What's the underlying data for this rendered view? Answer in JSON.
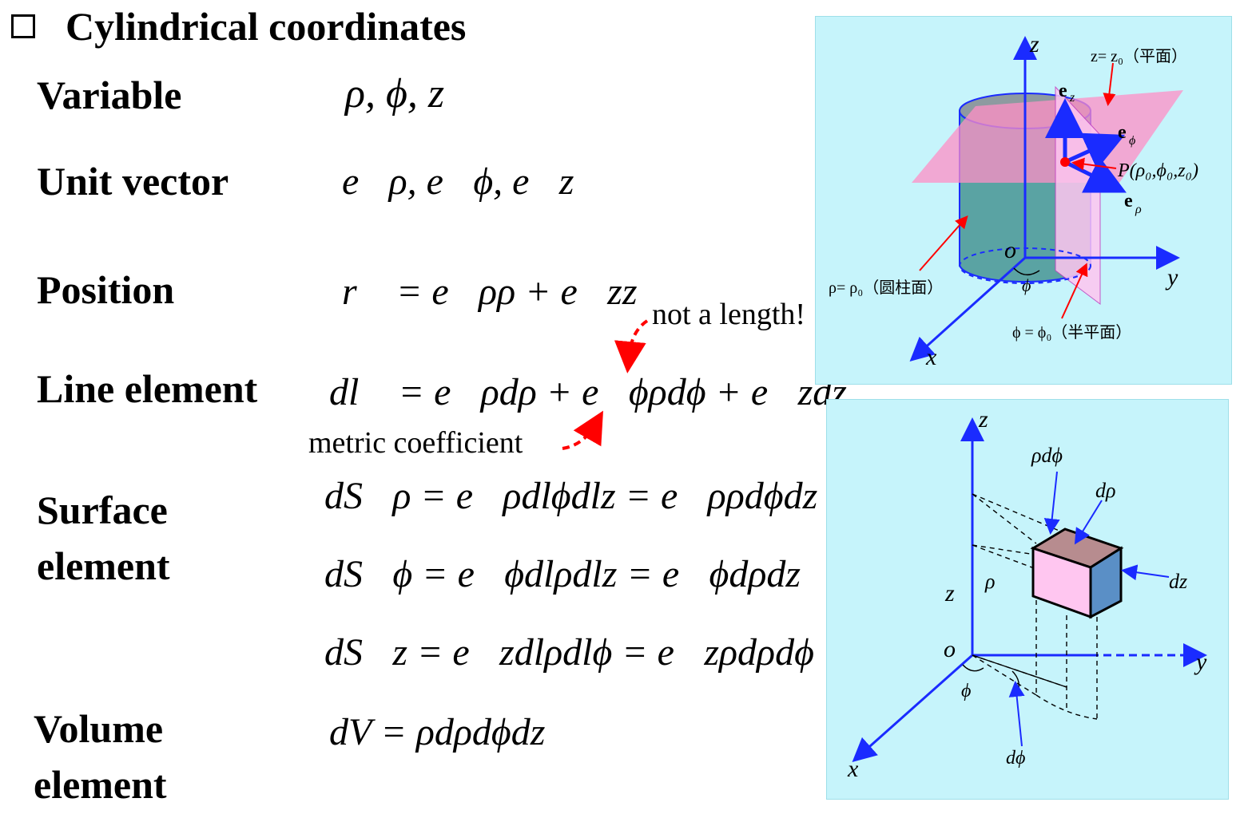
{
  "title": "Cylindrical coordinates",
  "rows": {
    "variable": {
      "label": "Variable",
      "expr": "ρ, ϕ, z"
    },
    "unit_vector": {
      "label": "Unit vector",
      "expr": "e⃗ρ, e⃗ϕ, e⃗z"
    },
    "position": {
      "label": "Position",
      "expr": "r⃗ = e⃗ρρ + e⃗zz"
    },
    "line_element": {
      "label": "Line element",
      "expr": "dl⃗ = e⃗ρdρ + e⃗ϕρdϕ + e⃗zdz"
    },
    "surface_element": {
      "label_line1": "Surface",
      "label_line2": "element",
      "expr1": "dS⃗ρ = e⃗ρdlϕdlz = e⃗ρρdϕdz",
      "expr2": "dS⃗ϕ = e⃗ϕdlρdlz = e⃗ϕdρdz",
      "expr3": "dS⃗z = e⃗zdlρdlϕ = e⃗zρdρdϕ"
    },
    "volume_element": {
      "label_line1": "Volume",
      "label_line2": "element",
      "expr": "dV = ρdρdϕdz"
    }
  },
  "annotations": {
    "not_length": "not a length!",
    "metric": "metric coefficient"
  },
  "colors": {
    "panel_bg": "#c6f4fb",
    "arrow_red": "#ff0000",
    "axis_blue": "#1a2bff"
  },
  "figure1": {
    "axis_z": "z",
    "axis_y": "y",
    "axis_x": "x",
    "origin": "o",
    "phi": "ϕ",
    "plane_label": "z= z₀（平面）",
    "cylinder_label": "ρ= ρ₀（圆柱面）",
    "halfplane_label": "ϕ = ϕ₀（半平面）",
    "point_label": "P(ρ₀,ϕ₀,z₀)",
    "ez": "e",
    "ez_sub": "z",
    "ephi": "e",
    "ephi_sub": "ϕ",
    "erho": "e",
    "erho_sub": "ρ"
  },
  "figure2": {
    "axis_z": "z",
    "axis_y": "y",
    "axis_x": "x",
    "origin": "o",
    "rho_dphi": "ρdϕ",
    "d_rho": "dρ",
    "dz": "dz",
    "z": "z",
    "rho": "ρ",
    "phi": "ϕ",
    "d_phi": "dϕ"
  }
}
